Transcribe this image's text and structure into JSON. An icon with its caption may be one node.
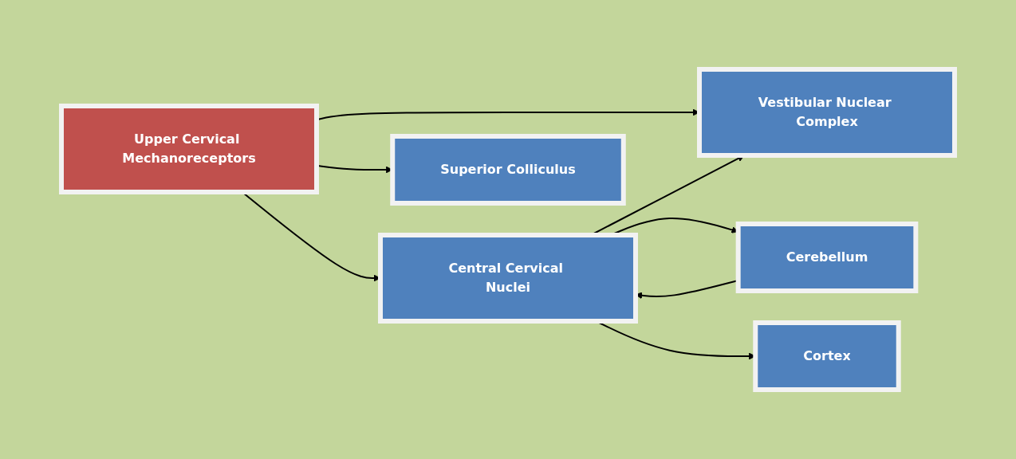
{
  "diagram": {
    "nodes": [
      {
        "text": [
          "Vestibular Nuclear Complex"
        ]
      },
      {
        "text": [
          "Upper Cervical Mechanoreceptors"
        ]
      },
      {
        "text": [
          "Central Cervical Nuclei"
        ]
      },
      {
        "text": [
          "Cerebellum"
        ]
      },
      {
        "text": [
          "Superior Colliculus"
        ]
      },
      {
        "text": [
          "Cortex"
        ]
      }
    ],
    "edges": [
      {
        "from": 1,
        "to": 0,
        "arrow": "to"
      },
      {
        "from": 1,
        "to": 2,
        "arrow": "to"
      },
      {
        "from": 1,
        "to": 4,
        "arrow": "to"
      },
      {
        "from": 2,
        "to": 0,
        "arrow": "to"
      },
      {
        "from": 2,
        "to": 3,
        "arrow": "to"
      },
      {
        "from": 3,
        "to": 2,
        "arrow": "to"
      },
      {
        "from": 2,
        "to": 5,
        "arrow": "to"
      }
    ]
  }
}
